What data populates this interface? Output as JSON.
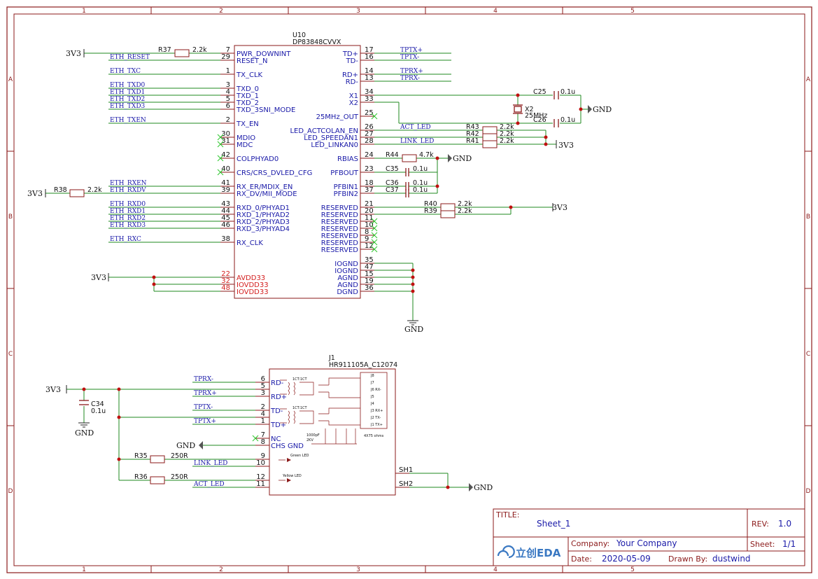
{
  "ruler": {
    "cols": [
      "1",
      "2",
      "3",
      "4",
      "5"
    ],
    "rows": [
      "A",
      "B",
      "C",
      "D"
    ]
  },
  "u10": {
    "ref": "U10",
    "part": "DP83848CVVX",
    "left_pins": [
      {
        "num": "7",
        "label": "PWR_DOWNINT"
      },
      {
        "num": "29",
        "label": "RESET_N"
      },
      {
        "num": "1",
        "label": "TX_CLK"
      },
      {
        "num": "3",
        "label": "TXD_0"
      },
      {
        "num": "4",
        "label": "TXD_1"
      },
      {
        "num": "5",
        "label": "TXD_2"
      },
      {
        "num": "6",
        "label": "TXD_3SNI_MODE"
      },
      {
        "num": "2",
        "label": "TX_EN"
      },
      {
        "num": "30",
        "label": "MDIO"
      },
      {
        "num": "31",
        "label": "MDC"
      },
      {
        "num": "42",
        "label": "COLPHYAD0"
      },
      {
        "num": "40",
        "label": "CRS/CRS_DVLED_CFG"
      },
      {
        "num": "41",
        "label": "RX_ER/MDIX_EN"
      },
      {
        "num": "39",
        "label": "RX_DV/MII_MODE"
      },
      {
        "num": "43",
        "label": "RXD_0/PHYAD1"
      },
      {
        "num": "44",
        "label": "RXD_1/PHYAD2"
      },
      {
        "num": "45",
        "label": "RXD_2/PHYAD3"
      },
      {
        "num": "46",
        "label": "RXD_3/PHYAD4"
      },
      {
        "num": "38",
        "label": "RX_CLK"
      },
      {
        "num": "22",
        "label": "AVDD33"
      },
      {
        "num": "32",
        "label": "IOVDD33"
      },
      {
        "num": "48",
        "label": "IOVDD33"
      }
    ],
    "right_pins": [
      {
        "num": "17",
        "label": "TD+"
      },
      {
        "num": "16",
        "label": "TD-"
      },
      {
        "num": "14",
        "label": "RD+"
      },
      {
        "num": "13",
        "label": "RD-"
      },
      {
        "num": "34",
        "label": "X1"
      },
      {
        "num": "33",
        "label": "X2"
      },
      {
        "num": "25",
        "label": "25MHz_OUT"
      },
      {
        "num": "26",
        "label": "LED_ACTCOLAN_EN"
      },
      {
        "num": "27",
        "label": "LED_SPEEDAN1"
      },
      {
        "num": "28",
        "label": "LED_LINKAN0"
      },
      {
        "num": "24",
        "label": "RBIAS"
      },
      {
        "num": "23",
        "label": "PFBOUT"
      },
      {
        "num": "18",
        "label": "PFBIN1"
      },
      {
        "num": "37",
        "label": "PFBIN2"
      },
      {
        "num": "21",
        "label": "RESERVED"
      },
      {
        "num": "20",
        "label": "RESERVED"
      },
      {
        "num": "11",
        "label": "RESERVED"
      },
      {
        "num": "10",
        "label": "RESERVED"
      },
      {
        "num": "8",
        "label": "RESERVED"
      },
      {
        "num": "9",
        "label": "RESERVED"
      },
      {
        "num": "12",
        "label": "RESERVED"
      },
      {
        "num": "35",
        "label": "IOGND"
      },
      {
        "num": "47",
        "label": "IOGND"
      },
      {
        "num": "15",
        "label": "AGND"
      },
      {
        "num": "19",
        "label": "AGND"
      },
      {
        "num": "36",
        "label": "DGND"
      }
    ]
  },
  "nets": {
    "eth_reset": "ETH_RESET",
    "eth_txc": "ETH_TXC",
    "eth_txd0": "ETH_TXD0",
    "eth_txd1": "ETH_TXD1",
    "eth_txd2": "ETH_TXD2",
    "eth_txd3": "ETH_TXD3",
    "eth_txen": "ETH_TXEN",
    "eth_rxen": "ETH_RXEN",
    "eth_rxdv": "ETH_RXDV",
    "eth_rxd0": "ETH_RXD0",
    "eth_rxd1": "ETH_RXD1",
    "eth_rxd2": "ETH_RXD2",
    "eth_rxd3": "ETH_RXD3",
    "eth_rxc": "ETH_RXC",
    "tptx_p": "TPTX+",
    "tptx_n": "TPTX-",
    "tprx_p": "TPRX+",
    "tprx_n": "TPRX-",
    "act_led": "ACT_LED",
    "link_led": "LINK_LED"
  },
  "power": {
    "v33": "3V3",
    "gnd": "GND"
  },
  "parts": {
    "r37": {
      "ref": "R37",
      "val": "2.2k"
    },
    "r38": {
      "ref": "R38",
      "val": "2.2k"
    },
    "r39": {
      "ref": "R39",
      "val": "2.2k"
    },
    "r40": {
      "ref": "R40",
      "val": "2.2k"
    },
    "r41": {
      "ref": "R41",
      "val": "2.2k"
    },
    "r42": {
      "ref": "R42",
      "val": "2.2k"
    },
    "r43": {
      "ref": "R43",
      "val": "2.2k"
    },
    "r44": {
      "ref": "R44",
      "val": "4.7k"
    },
    "r35": {
      "ref": "R35",
      "val": "250R"
    },
    "r36": {
      "ref": "R36",
      "val": "250R"
    },
    "c25": {
      "ref": "C25",
      "val": "0.1u"
    },
    "c26": {
      "ref": "C26",
      "val": "0.1u"
    },
    "c35": {
      "ref": "C35",
      "val": "0.1u"
    },
    "c36": {
      "ref": "C36",
      "val": "0.1u"
    },
    "c37": {
      "ref": "C37",
      "val": "0.1u"
    },
    "c34": {
      "ref": "C34",
      "val": "0.1u"
    },
    "x2": {
      "ref": "X2",
      "val": "25MHz"
    }
  },
  "j1": {
    "ref": "J1",
    "part": "HR911105A_C12074",
    "left_pins": [
      {
        "num": "6",
        "label": "RD-"
      },
      {
        "num": "5",
        "label": ""
      },
      {
        "num": "3",
        "label": "RD+"
      },
      {
        "num": "2",
        "label": "TD-"
      },
      {
        "num": "4",
        "label": ""
      },
      {
        "num": "1",
        "label": "TD+"
      },
      {
        "num": "7",
        "label": "NC"
      },
      {
        "num": "8",
        "label": "CHS GND"
      },
      {
        "num": "9",
        "label": ""
      },
      {
        "num": "10",
        "label": ""
      },
      {
        "num": "12",
        "label": ""
      },
      {
        "num": "11",
        "label": ""
      }
    ],
    "right_pins": [
      {
        "num": "SH1",
        "label": ""
      },
      {
        "num": "SH2",
        "label": ""
      }
    ],
    "inner": {
      "ratio1": "1CT:1CT",
      "ratio2": "1CT:1CT",
      "cap": "1000pF",
      "kv": "2KV",
      "res": "4X75 ohms",
      "green": "Green LED",
      "yellow": "Yellow LED",
      "jacks": [
        "J8",
        "J7",
        "J6 RX-",
        "J5",
        "J4",
        "J3 RX+",
        "J2 TX-",
        "J1 TX+"
      ]
    }
  },
  "title_block": {
    "title_label": "TITLE:",
    "title": "Sheet_1",
    "rev_label": "REV:",
    "rev": "1.0",
    "company_label": "Company:",
    "company": "Your Company",
    "sheet_label": "Sheet:",
    "sheet": "1/1",
    "date_label": "Date:",
    "date": "2020-05-09",
    "drawn_label": "Drawn By:",
    "drawn": "dustwind",
    "logo_text": "立创EDA"
  },
  "colors": {
    "frame": "#8b1a1a",
    "wire": "#1f8a1f",
    "label": "#1a1aa8",
    "junction": "#c01010",
    "nc": "#2cc72c"
  }
}
